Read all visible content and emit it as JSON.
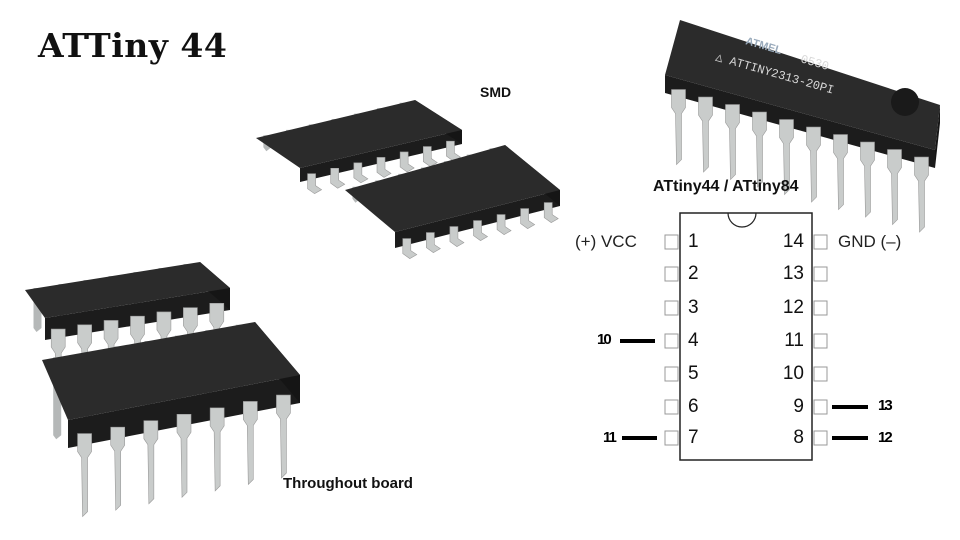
{
  "slide": {
    "title": "ATTiny 44",
    "smd_label": "SMD",
    "through_hole_label": "Throughout board"
  },
  "chip_photo": {
    "brand": "ATMEL",
    "date_code": "0530",
    "part": "ATTINY2313-20PI"
  },
  "pinout": {
    "title": "ATtiny44 / ATtiny84",
    "left_pins": [
      "1",
      "2",
      "3",
      "4",
      "5",
      "6",
      "7"
    ],
    "right_pins": [
      "14",
      "13",
      "12",
      "11",
      "10",
      "9",
      "8"
    ],
    "vcc_label": "(+) VCC",
    "gnd_label": "GND (–)",
    "external": {
      "pin4": "10",
      "pin7": "11",
      "pin9": "13",
      "pin8": "12"
    }
  },
  "colors": {
    "chip_body": "#2b2b2b",
    "leg": "#c9cccb"
  }
}
